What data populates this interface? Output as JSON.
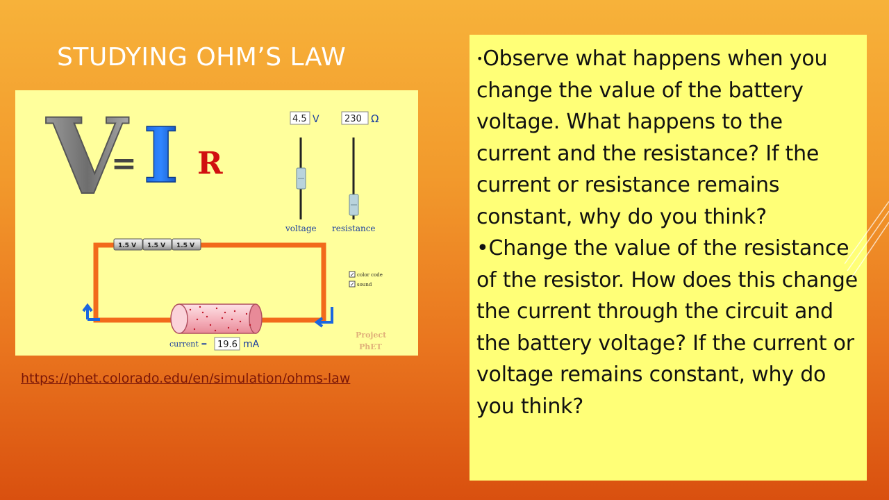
{
  "slide": {
    "title": "STUDYING OHM’S LAW",
    "link": "https://phet.colorado.edu/en/simulation/ohms-law"
  },
  "simulation": {
    "equation": {
      "v": "V",
      "equals": "=",
      "i": "I",
      "r": "R"
    },
    "voltage_value": "4.5",
    "voltage_unit": "V",
    "resistance_value": "230",
    "resistance_unit": "Ω",
    "voltage_slider_label": "voltage",
    "resistance_slider_label": "resistance",
    "battery_labels": [
      "1.5 V",
      "1.5 V",
      "1.5 V"
    ],
    "checkbox_color_code": "color code",
    "checkbox_sound": "sound",
    "current_label": "current =",
    "current_value": "19.6",
    "current_unit": "mA",
    "brand_line1": "Project",
    "brand_line2": "PhET"
  },
  "bullets": [
    {
      "marker": "•",
      "text": "Observe what happens when you change the value of the battery voltage.   What happens to the current and the resistance? If the current or resistance remains constant, why do you think?"
    },
    {
      "marker": "•",
      "text": "Change the value of the resistance of the resistor.  How does this change the current through the circuit and the battery voltage? If the current or voltage remains constant, why do you think?"
    }
  ],
  "colors": {
    "background_top": "#f7b23a",
    "background_bottom": "#d9500f",
    "panel": "#ffff77",
    "sim_background": "#ffff9c",
    "wire": "#f26a1b",
    "link": "#7a1608"
  }
}
